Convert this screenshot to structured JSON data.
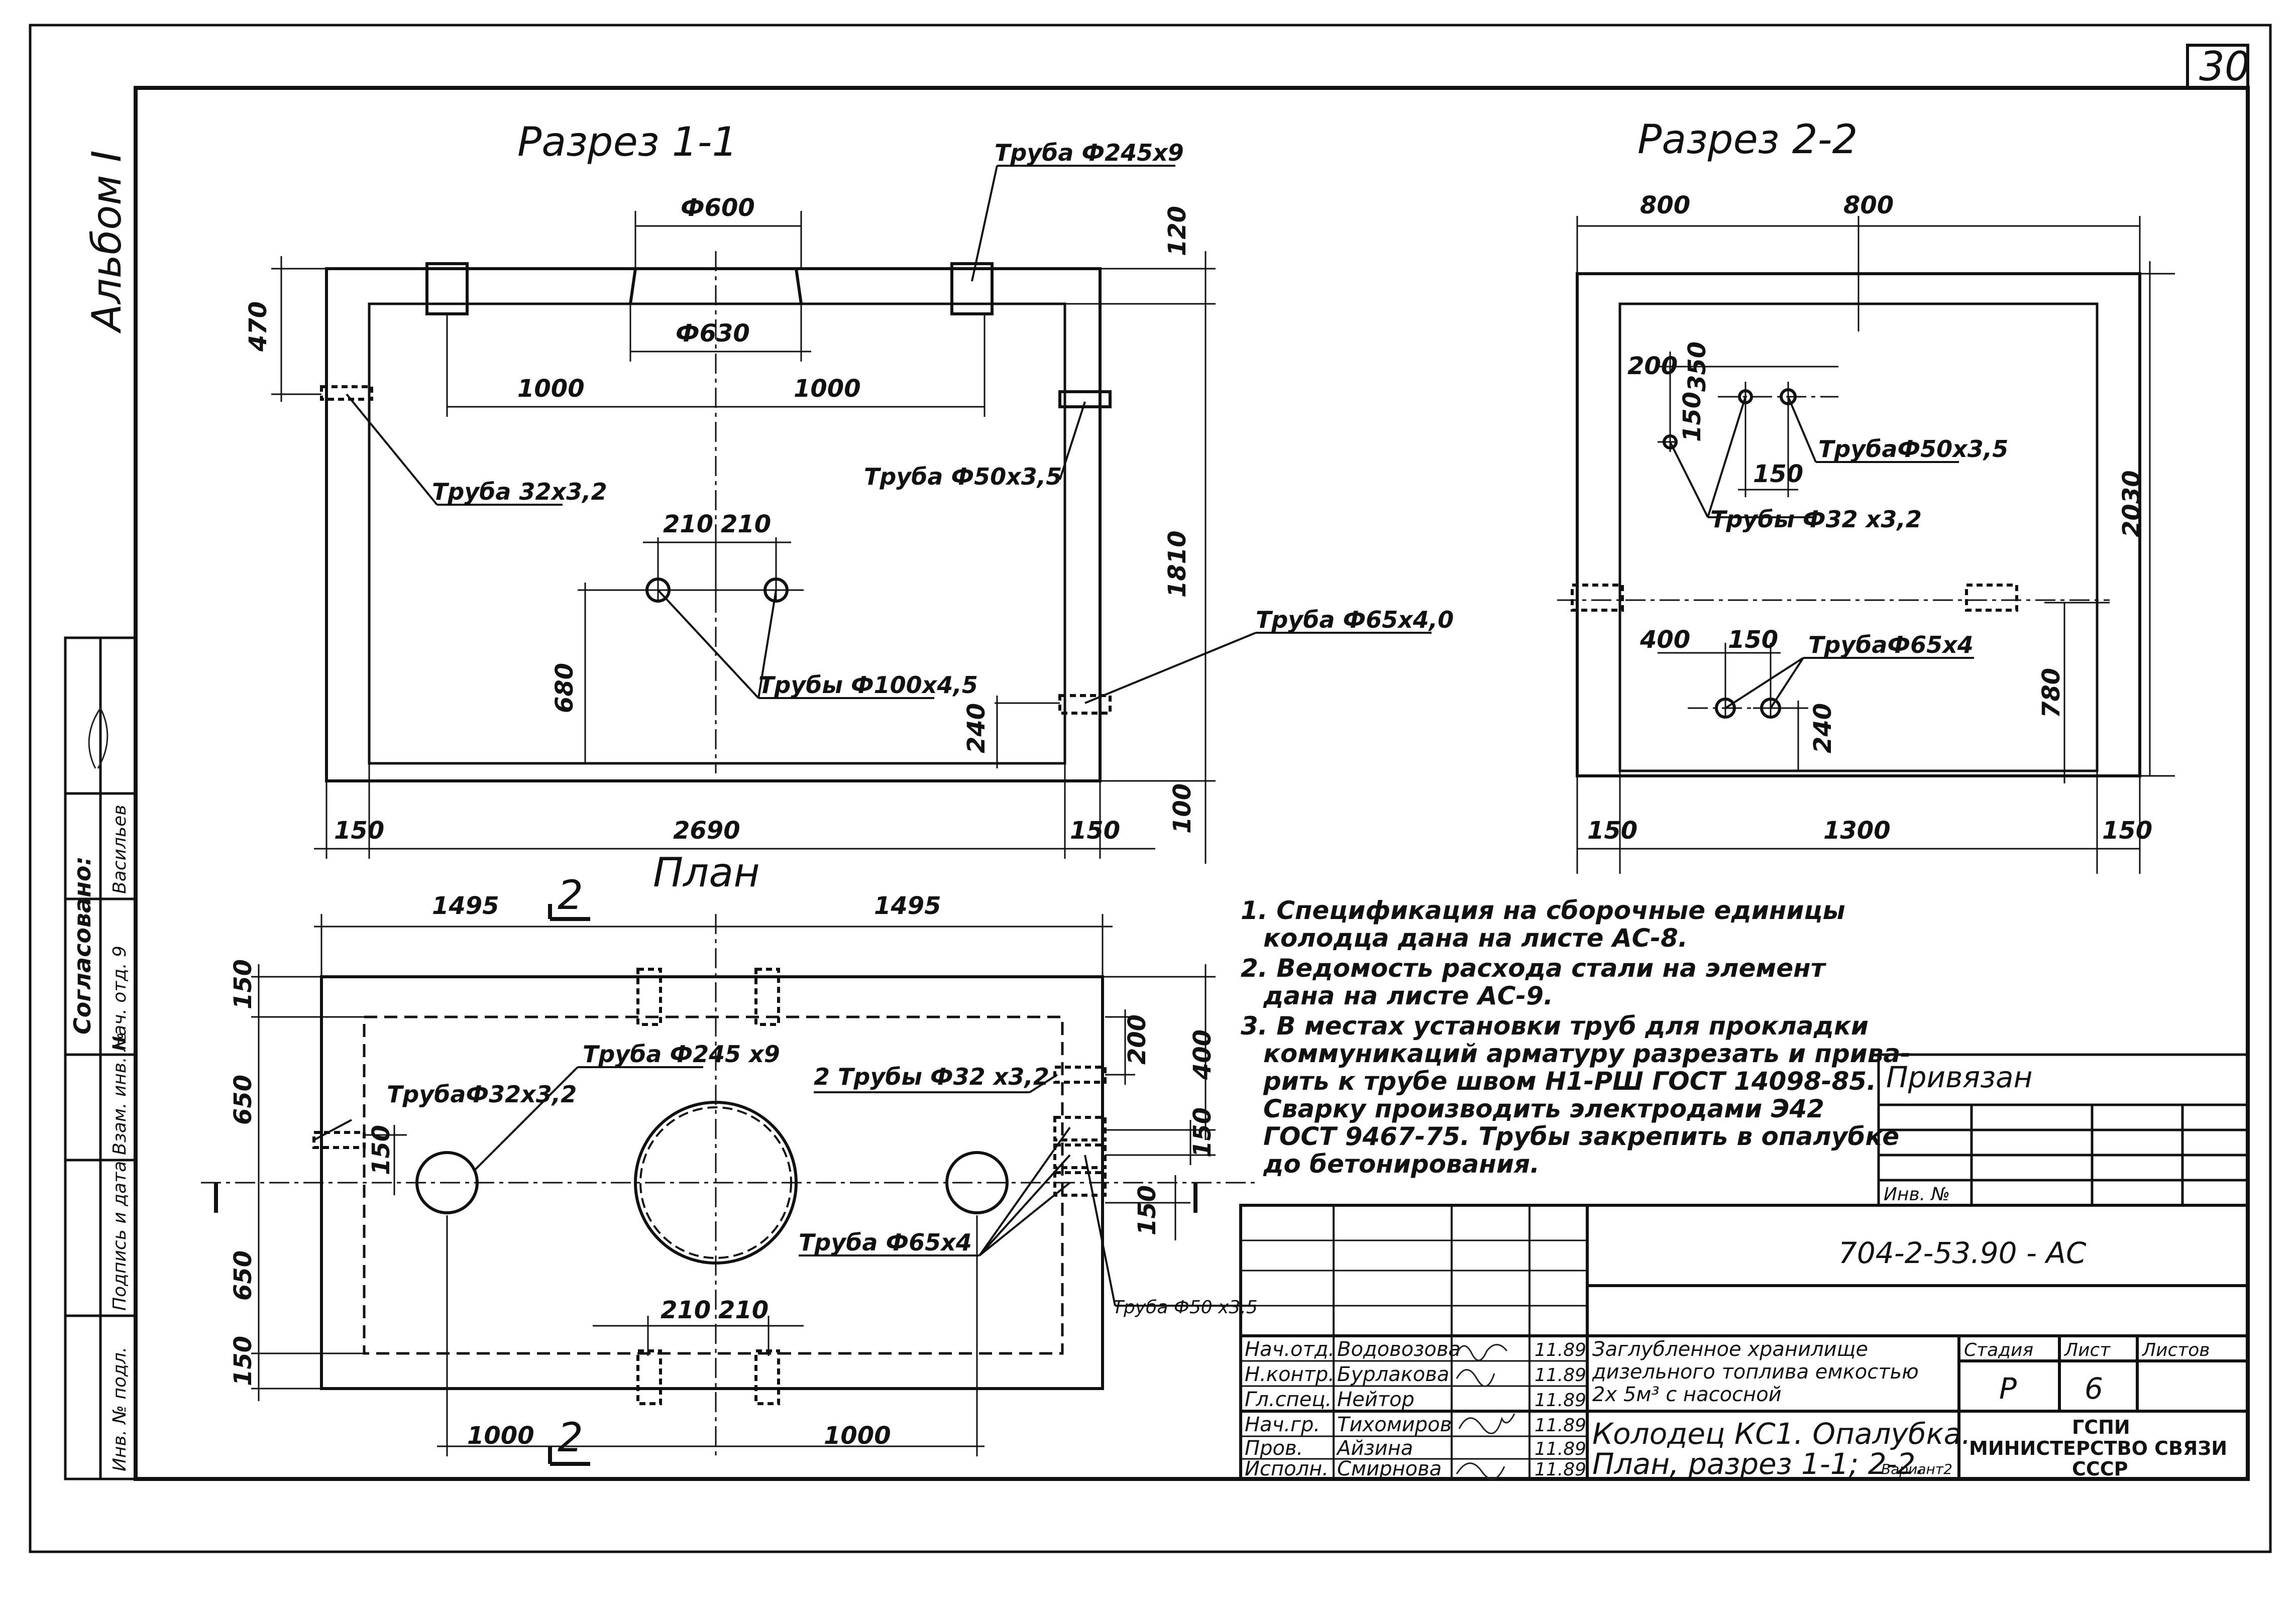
{
  "sheet_number": "30",
  "album_label": "Альбом I",
  "section_1_1": {
    "title": "Разрез 1-1",
    "dims": {
      "d_top": "Ф600",
      "d_inner": "Ф630",
      "left_1000": "1000",
      "right_1000": "1000",
      "h_470": "470",
      "h_120": "120",
      "h_1810": "1810",
      "h_680": "680",
      "h_240": "240",
      "h_100": "100",
      "w_150_left": "150",
      "w_2690": "2690",
      "w_150_right": "150",
      "off_210_a": "210",
      "off_210_b": "210"
    },
    "labels": {
      "pipe_245": "Труба Ф245х9",
      "pipe_32": "Труба 32х3,2",
      "pipe_50": "Труба Ф50х3,5",
      "pipes_100": "Трубы Ф100х4,5",
      "pipe_65": "Труба Ф65х4,0"
    }
  },
  "section_2_2": {
    "title": "Разрез 2-2",
    "dims": {
      "w_800_a": "800",
      "w_800_b": "800",
      "d_200": "200",
      "d_350": "350",
      "d_150_v": "150",
      "d_150_h": "150",
      "h_2030": "2030",
      "d_400": "400",
      "d_150_b": "150",
      "h_780": "780",
      "h_240": "240",
      "w_150_l": "150",
      "w_1300": "1300",
      "w_150_r": "150"
    },
    "labels": {
      "pipe_50": "ТрубаФ50х3,5",
      "pipes_32": "Трубы Ф32 х3,2",
      "pipe_65": "ТрубаФ65х4"
    }
  },
  "plan": {
    "title": "План",
    "dims": {
      "w_1495_a": "1495",
      "w_1495_b": "1495",
      "h_150_top": "150",
      "h_650_top": "650",
      "h_650_bot": "650",
      "h_150_bot": "150",
      "d_150_left": "150",
      "d_200": "200",
      "d_400": "400",
      "d_150_r1": "150",
      "d_150_r2": "150",
      "off_210_a": "210",
      "off_210_b": "210",
      "b_1000_a": "1000",
      "b_1000_b": "1000"
    },
    "labels": {
      "pipe_32": "ТрубаФ32х3,2",
      "pipe_245": "Труба Ф245 х9",
      "pipes_2_32": "2 Трубы Ф32 х3,2",
      "pipe_65": "Труба Ф65х4",
      "pipe_50": "Труба Ф50 х3,5"
    },
    "cut_marks": {
      "top": "2",
      "bottom": "2"
    }
  },
  "notes": [
    "1. Спецификация на сборочные единицы",
    "колодца дана на листе АС-8.",
    "2. Ведомость расхода стали на элемент",
    "дана на листе АС-9.",
    "3. В местах установки труб для прокладки",
    "коммуникаций арматуру разрезать и прива-",
    "рить к трубе швом Н1-РШ ГОСТ 14098-85.",
    "Сварку производить электродами Э42",
    "ГОСТ 9467-75. Трубы закрепить в опалубке",
    "до бетонирования."
  ],
  "binding": {
    "title": "Привязан",
    "inv_no": "Инв. №"
  },
  "left_margin": {
    "agreed": "Согласовано:",
    "signer": "Васильев",
    "chief": "Нач. отд. 9",
    "replace_inv": "Взам. инв. №",
    "sign_date": "Подпись и дата",
    "inv_orig": "Инв. № подл."
  },
  "title_block": {
    "code": "704-2-53.90 - АС",
    "staff": [
      {
        "role": "Нач.отд.",
        "name": "Водовозова",
        "date": "11.89"
      },
      {
        "role": "Н.контр.",
        "name": "Бурлакова",
        "date": "11.89"
      },
      {
        "role": "Гл.спец.",
        "name": "Нейтор",
        "date": "11.89"
      },
      {
        "role": "Нач.гр.",
        "name": "Тихомиров",
        "date": "11.89"
      },
      {
        "role": "Пров.",
        "name": "Айзина",
        "date": "11.89"
      },
      {
        "role": "Исполн.",
        "name": "Смирнова",
        "date": "11.89"
      }
    ],
    "project_line1": "Заглубленное хранилище",
    "project_line2": "дизельного топлива емкостью",
    "project_line3": "2х 5м³ с насосной",
    "sheet_line1": "Колодец КС1. Опалубка.",
    "sheet_line2": "План, разрез 1-1; 2-2.",
    "variant": "Вариант2",
    "stage_label": "Стадия",
    "sheet_label": "Лист",
    "sheets_label": "Листов",
    "stage": "Р",
    "sheet": "6",
    "org_line1": "ГСПИ",
    "org_line2": "МИНИСТЕРСТВО СВЯЗИ",
    "org_line3": "СССР"
  }
}
